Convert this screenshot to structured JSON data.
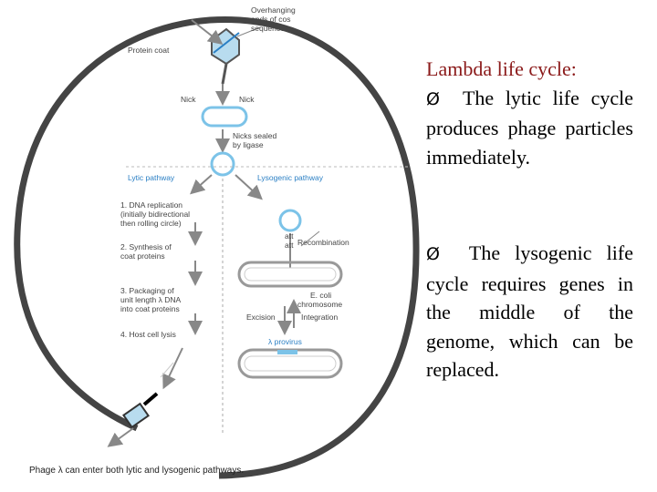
{
  "diagram": {
    "labels": {
      "overhanging": [
        "Overhanging",
        "ends of cos",
        "sequences"
      ],
      "protein_coat": "Protein coat",
      "nick_left": "Nick",
      "nick_right": "Nick",
      "nicks_sealed": [
        "Nicks sealed",
        "by ligase"
      ],
      "lytic_pathway": "Lytic pathway",
      "lysogenic_pathway": "Lysogenic pathway",
      "step1": [
        "1. DNA replication",
        "(initially bidirectional",
        "then rolling circle)"
      ],
      "step2": [
        "2. Synthesis of",
        "coat proteins"
      ],
      "step3": [
        "3. Packaging of",
        "unit length λ DNA",
        "into coat proteins"
      ],
      "step4": "4. Host cell lysis",
      "att_top": "att",
      "att_bottom": "att",
      "recombination": "Recombination",
      "ecoli_chromosome": [
        "E. coli",
        "chromosome"
      ],
      "excision": "Excision",
      "integration": "Integration",
      "provirus": "λ provirus",
      "caption": "Phage λ can enter both lytic and lysogenic pathways."
    },
    "colors": {
      "accent_blue": "#7cc3e8",
      "cell_wall": "#444444"
    }
  },
  "text": {
    "title": "Lambda life cycle:",
    "bullet_glyph": "Ø",
    "bullet1": "The lytic life cycle produces phage particles immediately.",
    "bullet2": "The lysogenic life cycle requires genes in the middle of the genome, which can be replaced."
  }
}
